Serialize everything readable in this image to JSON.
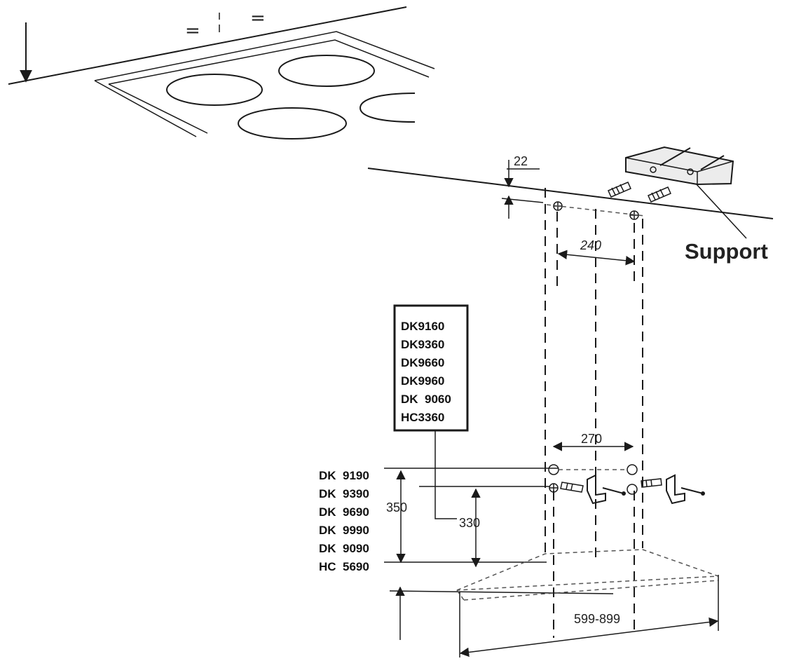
{
  "hob_marks": {
    "equal_left": "=",
    "equal_right": "="
  },
  "dimensions": {
    "d22": "22",
    "d240": "240",
    "d270": "270",
    "d350": "350",
    "d330": "330",
    "d599_899": "599-899"
  },
  "support_label": "Support",
  "model_box_models": [
    "DK9160",
    "DK9360",
    "DK9660",
    "DK9960",
    "DK  9060",
    "HC3360"
  ],
  "side_models": [
    "DK  9190",
    "DK  9390",
    "DK  9690",
    "DK  9990",
    "DK  9090",
    "HC  5690"
  ]
}
